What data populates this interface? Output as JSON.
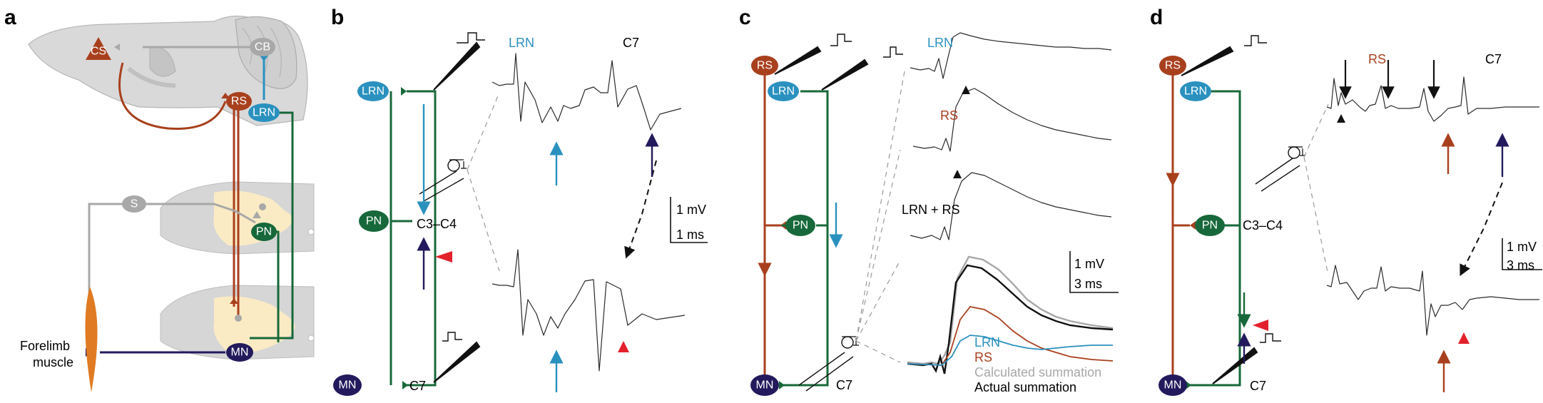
{
  "panels": [
    {
      "letter": "a",
      "nodes": {
        "cs": "CS",
        "cb": "CB",
        "rs": "RS",
        "lrn": "LRN",
        "s": "S",
        "pn": "PN",
        "mn": "MN"
      },
      "muscle_label": [
        "Forelimb",
        "muscle"
      ]
    },
    {
      "letter": "b",
      "nodes": {
        "lrn": "LRN",
        "pn": "PN",
        "mn": "MN"
      },
      "segments": {
        "upper": "C3–C4",
        "lower": "C7"
      },
      "trace_labels": {
        "lrn": "LRN",
        "c7": "C7"
      },
      "scale": {
        "v": "1 mV",
        "t": "1 ms"
      }
    },
    {
      "letter": "c",
      "nodes": {
        "rs": "RS",
        "lrn": "LRN",
        "pn": "PN",
        "mn": "MN"
      },
      "segments": {
        "lower": "C7"
      },
      "trace_labels": {
        "lrn": "LRN",
        "rs": "RS",
        "both": "LRN + RS"
      },
      "scale": {
        "v": "1 mV",
        "t": "3 ms"
      },
      "legend": {
        "lrn": "LRN",
        "rs": "RS",
        "calc": "Calculated summation",
        "actual": "Actual summation"
      }
    },
    {
      "letter": "d",
      "nodes": {
        "rs": "RS",
        "lrn": "LRN",
        "pn": "PN",
        "mn": "MN"
      },
      "segments": {
        "upper": "C3–C4",
        "lower": "C7"
      },
      "trace_labels": {
        "rs": "RS",
        "c7": "C7"
      },
      "scale": {
        "v": "1 mV",
        "t": "3 ms"
      }
    }
  ],
  "colors": {
    "rs": "#a8401e",
    "lrn": "#2a91bf",
    "pn": "#17683a",
    "mn": "#221a5c",
    "gray": "#a8a8a8",
    "red": "#e3212b",
    "trace": "#2b2b2b",
    "muscle": "#e07b23",
    "nucleus": "#fbebc4",
    "brain": "#d9d9d9"
  }
}
